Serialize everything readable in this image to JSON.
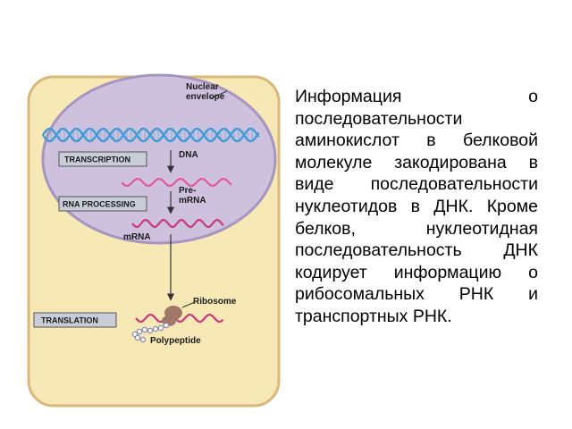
{
  "diagram": {
    "labels": {
      "nuclear_envelope": [
        "Nuclear",
        "envelope"
      ],
      "dna": "DNA",
      "pre_mrna": [
        "Pre-",
        "mRNA"
      ],
      "mrna": "mRNA",
      "ribosome": "Ribosome",
      "polypeptide": "Polypeptide"
    },
    "boxes": {
      "transcription": "TRANSCRIPTION",
      "rna_processing": "RNA PROCESSING",
      "translation": "TRANSLATION"
    },
    "colors": {
      "cell": "#f7e9b6",
      "cell_border": "#d9b87a",
      "nucleus": "#cdc1de",
      "nucleus_border": "#a595c0",
      "dna": "#3f9ad6",
      "pre_mrna": "#e0589a",
      "mrna": "#c8387e",
      "box": "#c9cdd7",
      "ribosome": "#a0786a",
      "polypeptide": "#8a82b0"
    }
  },
  "explanation": "Информация о последовательности аминокислот в белковой молекуле закодирована в виде последовательности нуклеотидов в ДНК. Кроме белков, нуклеотидная последовательность ДНК кодирует информацию о рибосомальных РНК и транспортных РНК."
}
